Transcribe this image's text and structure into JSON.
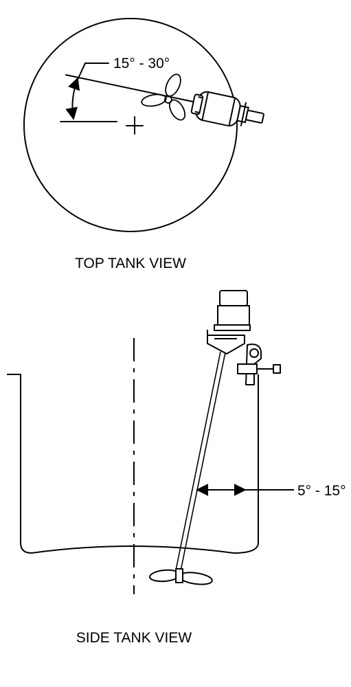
{
  "top_view": {
    "angle_label": "15° - 30°",
    "caption": "TOP TANK VIEW"
  },
  "side_view": {
    "angle_label": "5° - 15°",
    "caption": "SIDE TANK VIEW"
  },
  "colors": {
    "line": "#000000",
    "background": "#ffffff"
  }
}
